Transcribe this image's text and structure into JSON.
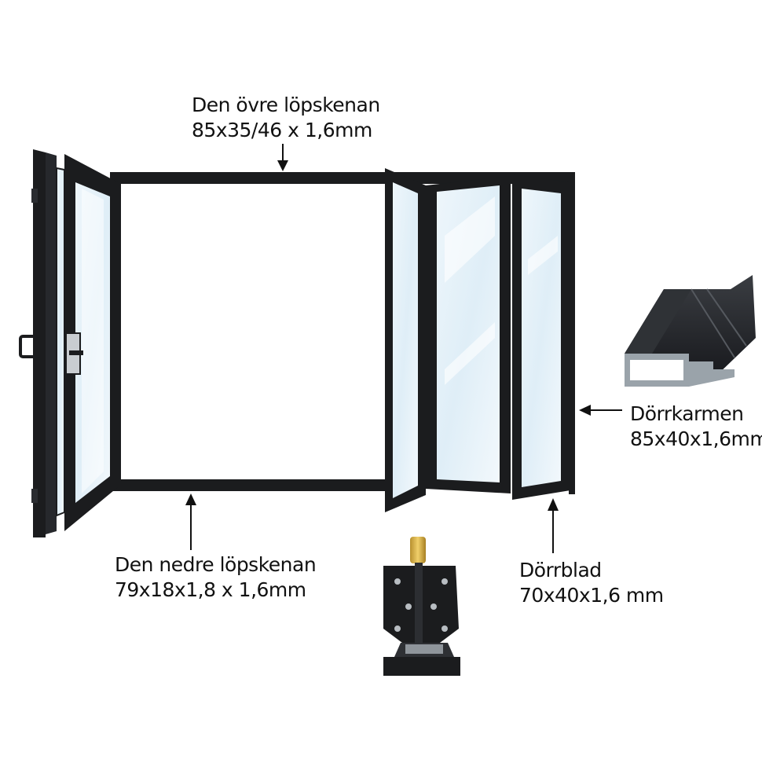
{
  "labels": {
    "top_rail": {
      "name": "Den övre löpskenan",
      "size": "85x35/46 x 1,6mm"
    },
    "bottom_rail": {
      "name": "Den nedre löpskenan",
      "size": "79x18x1,8 x 1,6mm"
    },
    "door_frame": {
      "name": "Dörrkarmen",
      "size": "85x40x1,6mm"
    },
    "door_leaf": {
      "name": "Dörrblad",
      "size": "70x40x1,6 mm"
    }
  },
  "colors": {
    "frame": "#1b1c1e",
    "glass": "#e8f2f8",
    "profile_metal": "#9aa3aa",
    "brass": "#d8b04a",
    "text": "#111111"
  }
}
